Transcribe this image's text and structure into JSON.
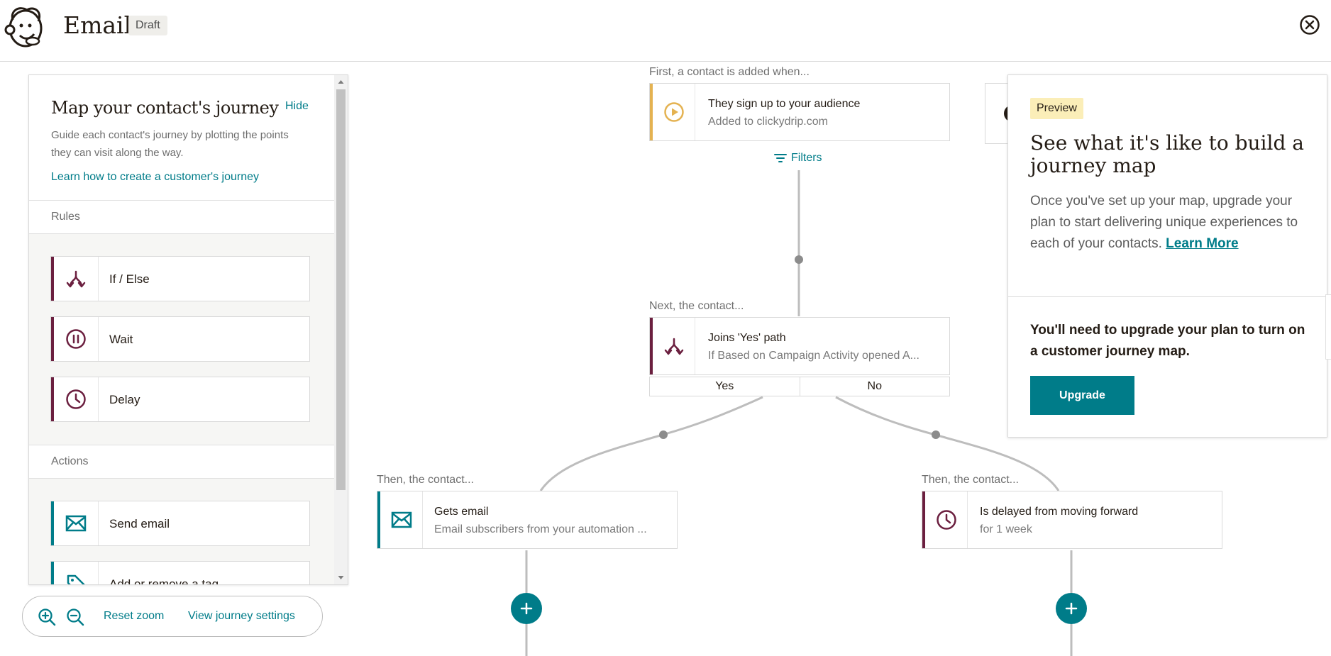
{
  "header": {
    "title": "Email",
    "badge": "Draft"
  },
  "canvas": {
    "trigger": {
      "caption": "First, a contact is added when...",
      "title": "They sign up to your audience",
      "subtitle": "Added to clickydrip.com",
      "filters_label": "Filters"
    },
    "branch": {
      "caption": "Next, the contact...",
      "title": "Joins 'Yes' path",
      "subtitle": "If Based on Campaign Activity opened A...",
      "yes_label": "Yes",
      "no_label": "No"
    },
    "left_step": {
      "caption": "Then, the contact...",
      "title": "Gets email",
      "subtitle": "Email subscribers from your automation ..."
    },
    "right_step": {
      "caption": "Then, the contact...",
      "title": "Is delayed from moving forward",
      "subtitle": "for 1 week"
    }
  },
  "left_panel": {
    "title": "Map your contact's journey",
    "hide_label": "Hide",
    "description": "Guide each contact's journey by plotting the points they can visit along the way.",
    "learn_link": "Learn how to create a customer's journey",
    "rules_heading": "Rules",
    "rules": [
      {
        "label": "If / Else",
        "icon": "branch-icon"
      },
      {
        "label": "Wait",
        "icon": "pause-icon"
      },
      {
        "label": "Delay",
        "icon": "clock-icon"
      }
    ],
    "actions_heading": "Actions",
    "actions": [
      {
        "label": "Send email",
        "icon": "envelope-icon"
      },
      {
        "label": "Add or remove a tag",
        "icon": "tag-icon"
      }
    ]
  },
  "zoom_bar": {
    "reset_label": "Reset zoom",
    "settings_label": "View journey settings"
  },
  "right_panel": {
    "badge": "Preview",
    "title": "See what it's like to build a journey map",
    "body": "Once you've set up your map, upgrade your plan to start delivering unique experiences to each of your contacts.",
    "learn_more": "Learn More",
    "warning": "You'll need to upgrade your plan to turn on a customer journey map.",
    "upgrade_label": "Upgrade"
  },
  "colors": {
    "teal": "#007c89",
    "plum": "#6b1f3f",
    "amber": "#e4b251"
  }
}
